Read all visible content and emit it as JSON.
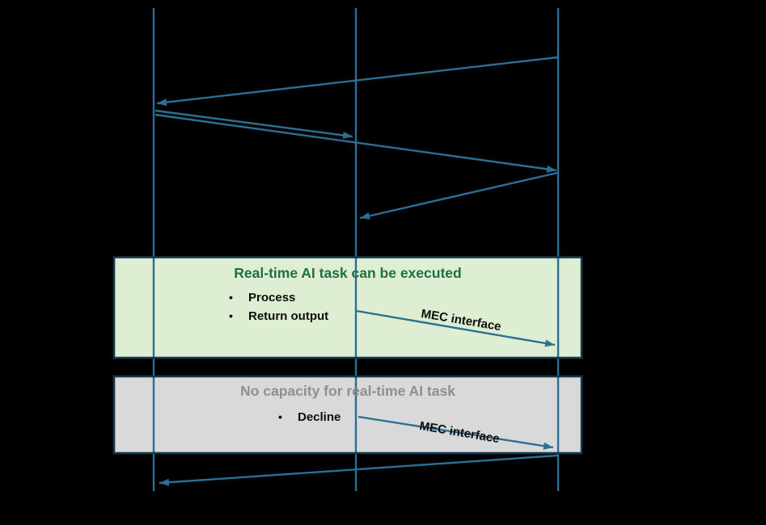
{
  "colors": {
    "background": "#000000",
    "line": "#2b6f94",
    "box_border": "#14384e",
    "green_fill": "#ddeed2",
    "green_title": "#1e7042",
    "gray_fill": "#d9d9d9",
    "gray_title": "#8f8f8f",
    "text_dark": "#0d0d0d"
  },
  "icons": {
    "bullet_glyph": "•",
    "arrowhead": "filled-triangle"
  },
  "green_box": {
    "title": "Real-time AI task can be executed",
    "bullets": [
      "Process",
      "Return output"
    ],
    "arrow_label": "MEC interface"
  },
  "gray_box": {
    "title": "No capacity for real-time AI task",
    "bullets": [
      "Decline"
    ],
    "arrow_label": "MEC interface"
  }
}
